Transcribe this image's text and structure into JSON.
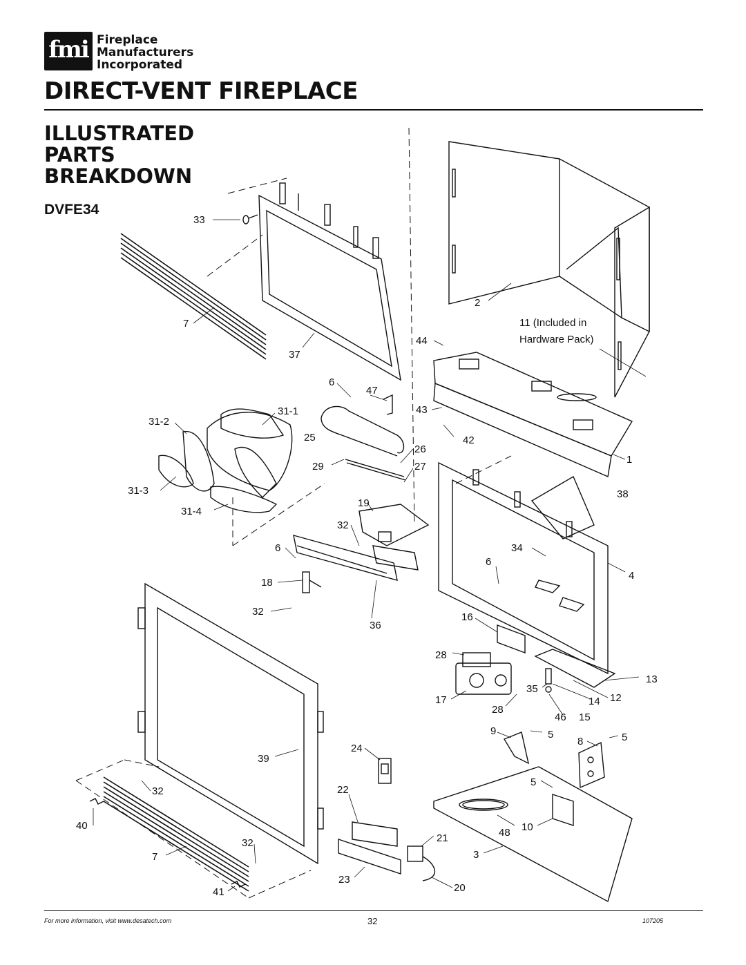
{
  "logo": {
    "letters": "fmi",
    "line1": "Fireplace",
    "line2": "Manufacturers",
    "line3": "Incorporated"
  },
  "header": {
    "title": "DIRECT-VENT FIREPLACE"
  },
  "section": {
    "title_line1": "ILLUSTRATED",
    "title_line2": "PARTS",
    "title_line3": "BREAKDOWN",
    "model": "DVFE34"
  },
  "callouts": {
    "c33": "33",
    "c7a": "7",
    "c37": "37",
    "c2": "2",
    "c11a": "11 (Included in",
    "c11b": "Hardware Pack)",
    "c44": "44",
    "c6a": "6",
    "c47": "47",
    "c43": "43",
    "c42": "42",
    "c31_1": "31-1",
    "c31_2": "31-2",
    "c25": "25",
    "c26": "26",
    "c29": "29",
    "c27": "27",
    "c1": "1",
    "c31_3": "31-3",
    "c38": "38",
    "c19": "19",
    "c31_4": "31-4",
    "c32a": "32",
    "c6b": "6",
    "c34": "34",
    "c6c": "6",
    "c4": "4",
    "c18": "18",
    "c32b": "32",
    "c36": "36",
    "c16": "16",
    "c28a": "28",
    "c13": "13",
    "c35": "35",
    "c14": "14",
    "c12": "12",
    "c17": "17",
    "c28b": "28",
    "c46": "46",
    "c15": "15",
    "c9": "9",
    "c5a": "5",
    "c8": "8",
    "c5b": "5",
    "c39": "39",
    "c24": "24",
    "c32c": "32",
    "c22": "22",
    "c5c": "5",
    "c40": "40",
    "c32d": "32",
    "c48": "48",
    "c10": "10",
    "c21": "21",
    "c7b": "7",
    "c3": "3",
    "c41": "41",
    "c23": "23",
    "c20": "20"
  },
  "footer": {
    "left": "For more information, visit www.desatech.com",
    "page": "32",
    "doc_number": "107205"
  }
}
